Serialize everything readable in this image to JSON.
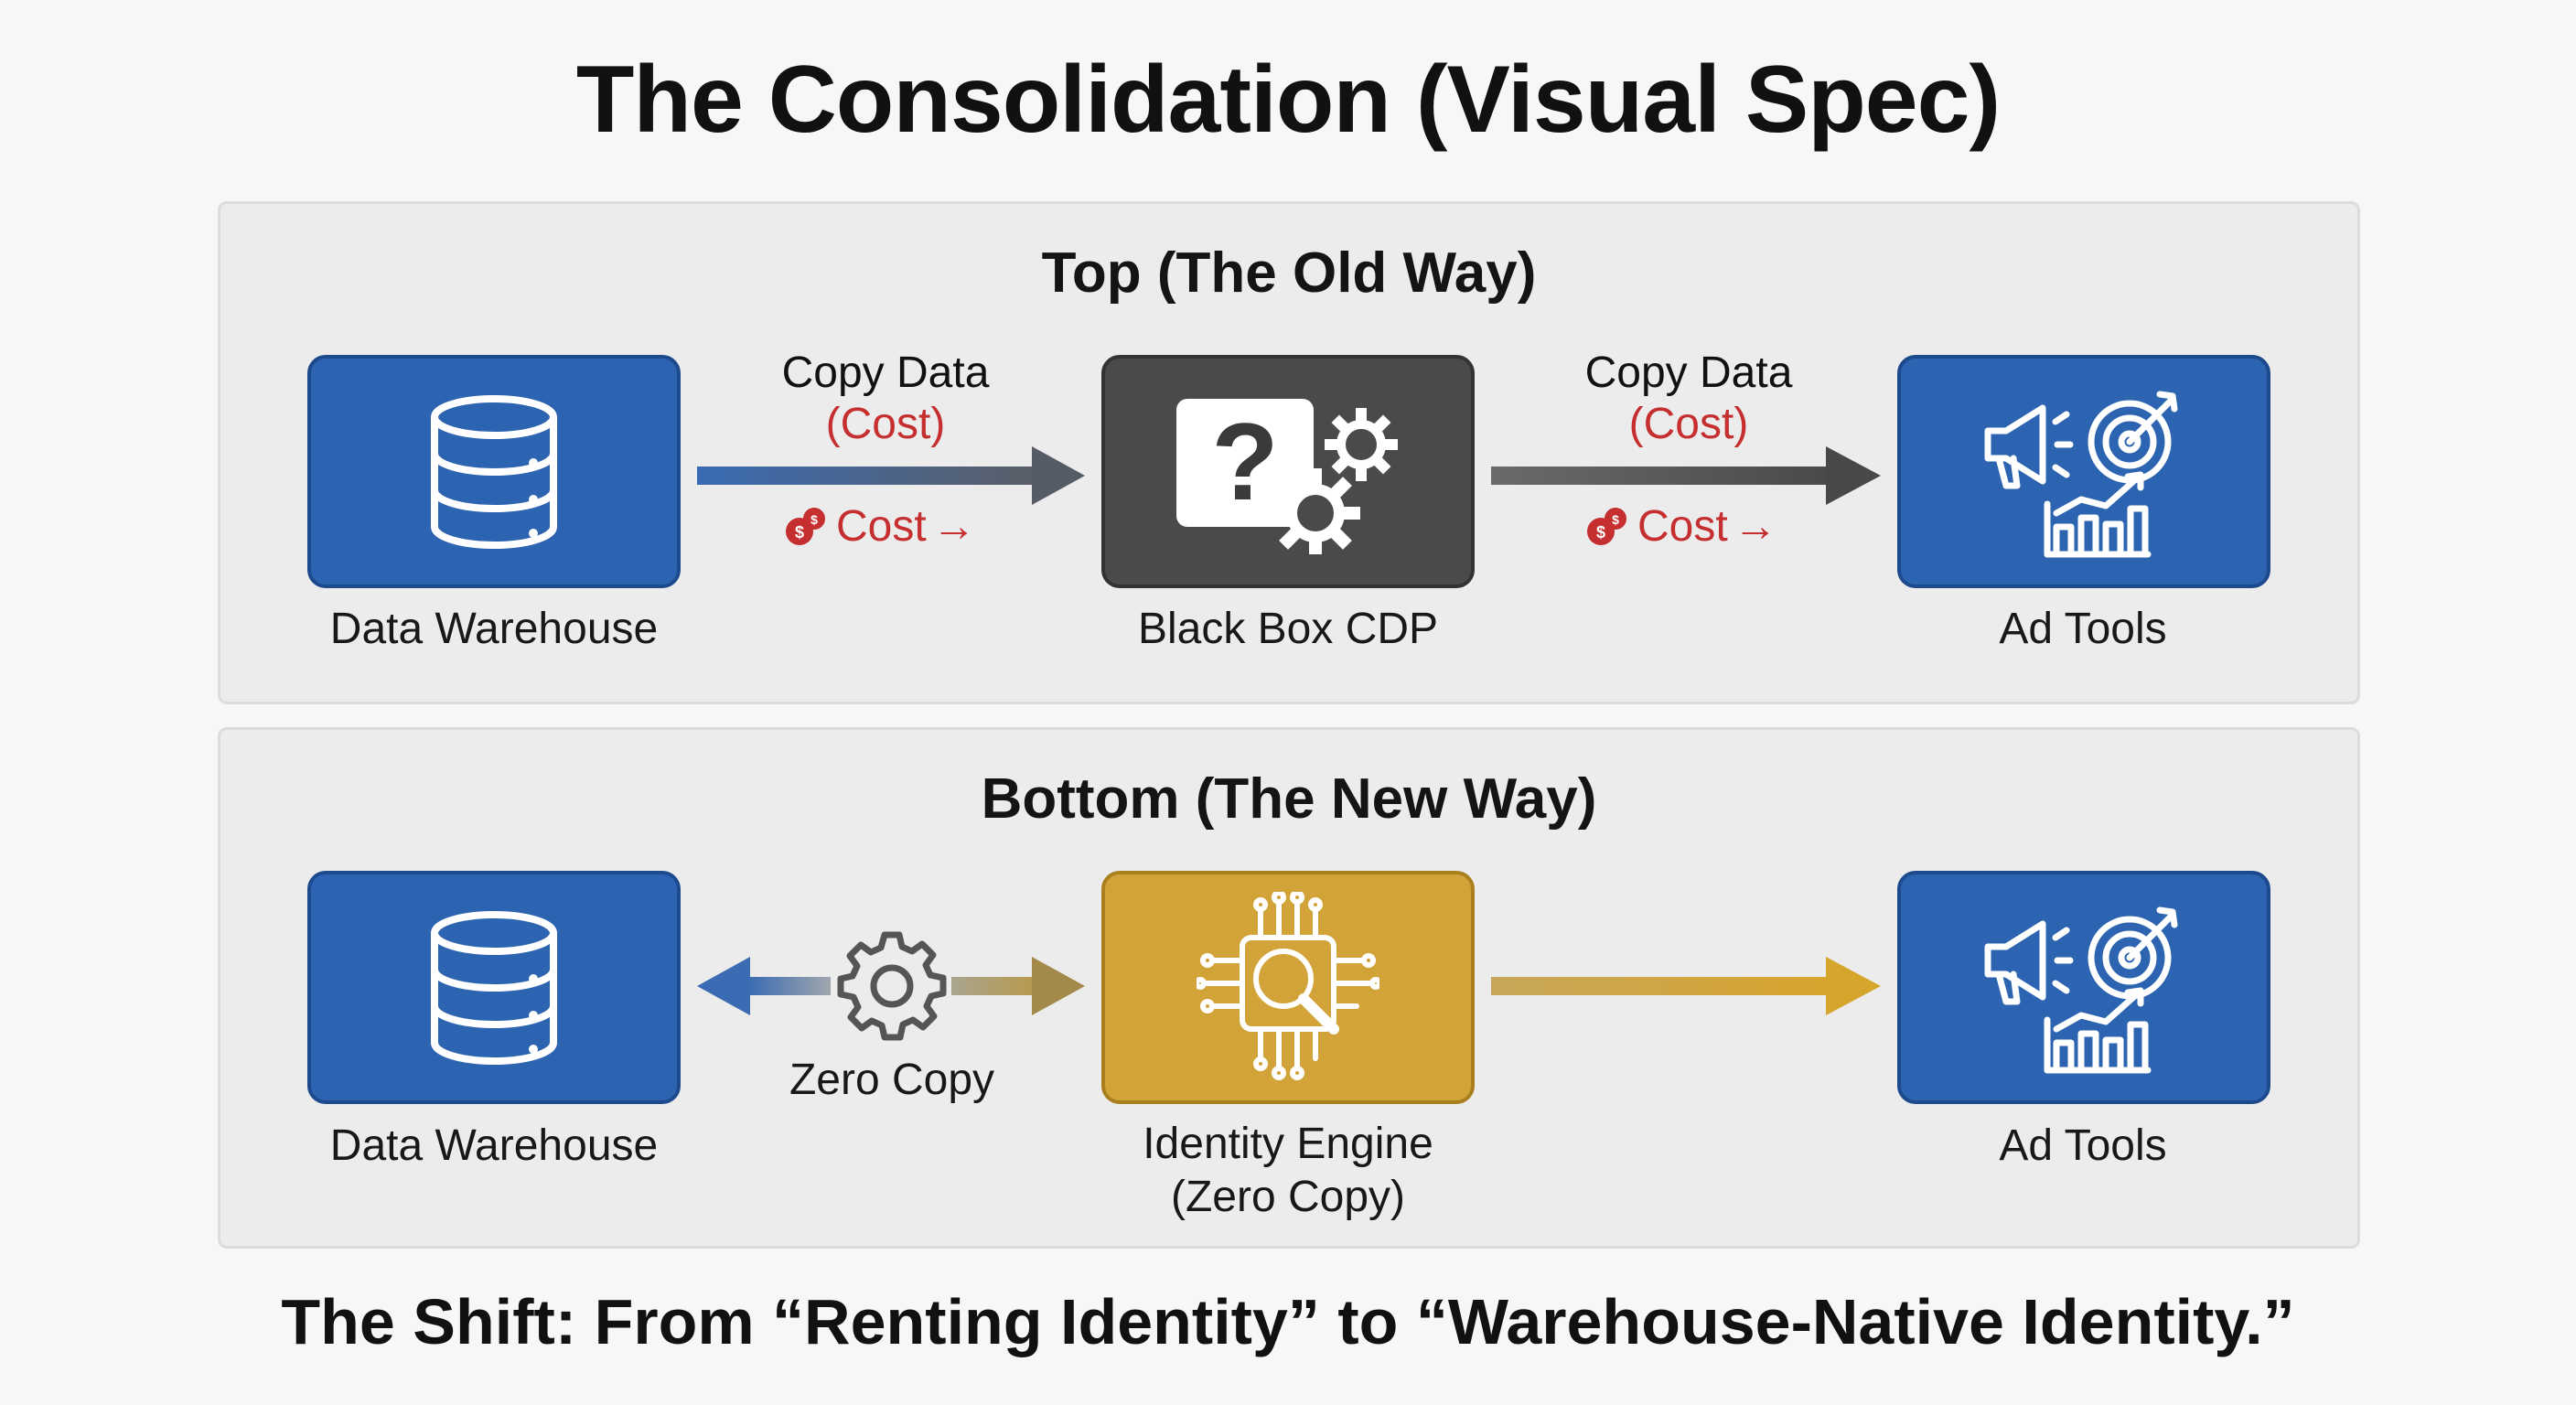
{
  "title": "The Consolidation (Visual Spec)",
  "top_panel": {
    "title": "Top (The Old Way)",
    "nodes": {
      "warehouse": "Data Warehouse",
      "cdp": "Black Box CDP",
      "ad_tools": "Ad Tools"
    },
    "edges": [
      {
        "line1": "Copy Data",
        "line2": "(Cost)",
        "cost_tag": "Cost"
      },
      {
        "line1": "Copy Data",
        "line2": "(Cost)",
        "cost_tag": "Cost"
      }
    ]
  },
  "bottom_panel": {
    "title": "Bottom (The New Way)",
    "nodes": {
      "warehouse": "Data Warehouse",
      "engine_line1": "Identity Engine",
      "engine_line2": "(Zero Copy)",
      "ad_tools": "Ad Tools"
    },
    "edge_label": "Zero Copy"
  },
  "footer": "The Shift: From “Renting Identity” to “Warehouse-Native Identity.”",
  "colors": {
    "blue_node": "#2c64b1",
    "dark_node": "#4a4a4a",
    "gold_node": "#d2a338",
    "cost_red": "#c62f2f"
  },
  "icons": [
    "database-icon",
    "question-gears-icon",
    "megaphone-target-chart-icon",
    "ai-chip-search-icon",
    "gear-icon",
    "coin-icon"
  ]
}
